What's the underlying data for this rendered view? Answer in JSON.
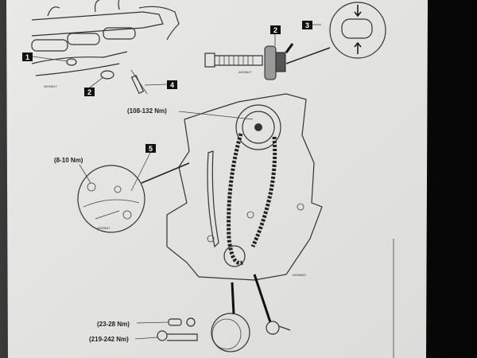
{
  "diagram": {
    "title": "Timing chain and tensioner installation",
    "callouts": [
      "1",
      "2",
      "4",
      "2",
      "3",
      "5"
    ],
    "torques": {
      "camshaft_sprocket": "(108-132 Nm)",
      "tensioner_bolt": "(8-10 Nm)",
      "small_bolt": "(23-28 Nm)",
      "crank_bolt": "(219-242 Nm)"
    },
    "figure_codes": [
      "AD99647",
      "AD99647",
      "AD99647",
      "AD99663"
    ]
  },
  "colors": {
    "paper": "#e6e6e3",
    "ink": "#2a2a2a",
    "bezel": "#0d0d0d"
  }
}
